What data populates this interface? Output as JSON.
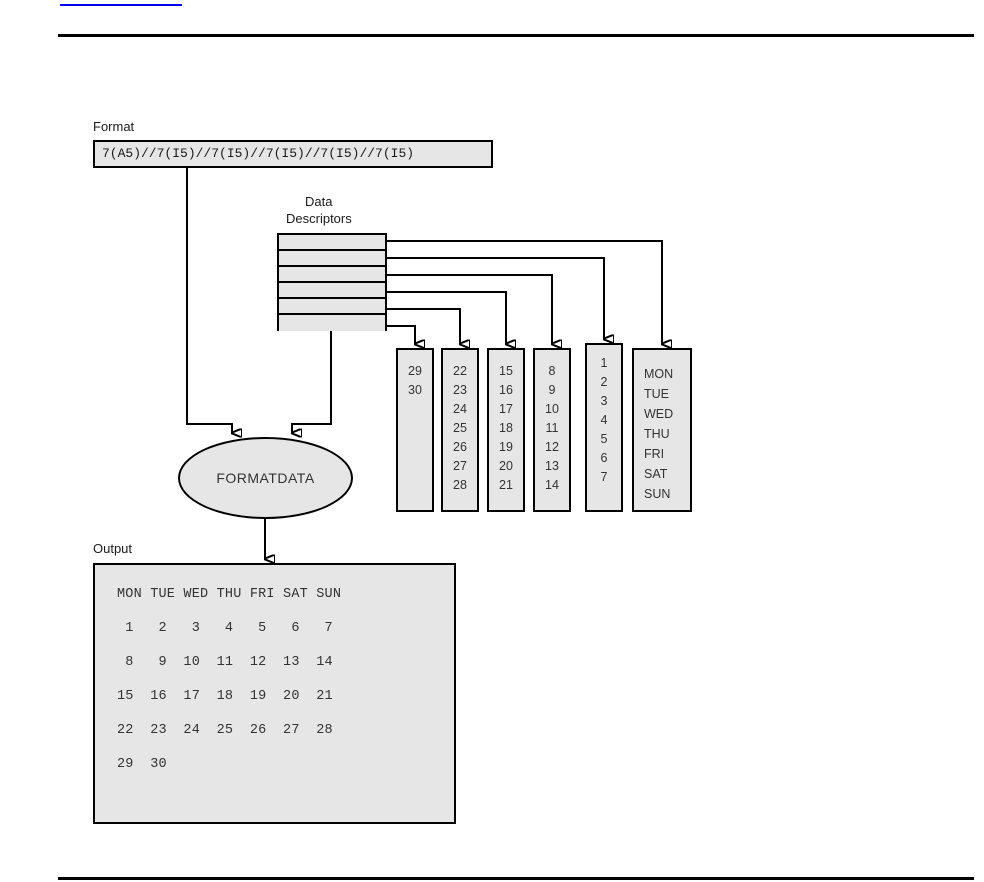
{
  "page": {
    "link_stub_text": "",
    "top_rule": true,
    "bottom_rule": true
  },
  "figure": {
    "format": {
      "label": "Format",
      "value": "7(A5)//7(I5)//7(I5)//7(I5)//7(I5)//7(I5)"
    },
    "data_descriptors": {
      "label_line1": "Data",
      "label_line2": "Descriptors",
      "row_count": 6,
      "rows": [
        "",
        "",
        "",
        "",
        "",
        ""
      ]
    },
    "process": {
      "name": "FORMATDATA"
    },
    "columns": [
      {
        "name": "column-29-30",
        "values": [
          "29",
          "30"
        ]
      },
      {
        "name": "column-22-28",
        "values": [
          "22",
          "23",
          "24",
          "25",
          "26",
          "27",
          "28"
        ]
      },
      {
        "name": "column-15-21",
        "values": [
          "15",
          "16",
          "17",
          "18",
          "19",
          "20",
          "21"
        ]
      },
      {
        "name": "column-8-14",
        "values": [
          "8",
          "9",
          "10",
          "11",
          "12",
          "13",
          "14"
        ]
      },
      {
        "name": "column-1-7",
        "values": [
          "1",
          "2",
          "3",
          "4",
          "5",
          "6",
          "7"
        ]
      },
      {
        "name": "column-weekdays",
        "values": [
          "MON",
          "TUE",
          "WED",
          "THU",
          "FRI",
          "SAT",
          "SUN"
        ]
      }
    ],
    "output": {
      "label": "Output",
      "lines": [
        "MON TUE WED THU FRI SAT SUN",
        " 1   2   3   4   5   6   7",
        " 8   9  10  11  12  13  14",
        "15  16  17  18  19  20  21",
        "22  23  24  25  26  27  28",
        "29  30"
      ]
    }
  },
  "colors": {
    "box_fill": "#e6e6e6",
    "box_stroke": "#000000",
    "link": "#0000ee",
    "text": "#333333"
  }
}
